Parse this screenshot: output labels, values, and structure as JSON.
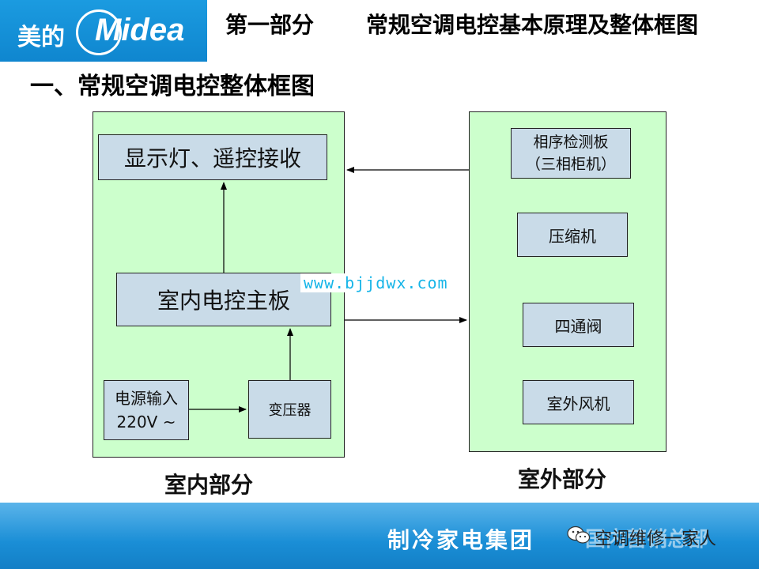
{
  "header": {
    "brand_cn": "美的",
    "brand_en": "Midea",
    "section_title": "第一部分",
    "section_subtitle": "常规空调电控基本原理及整体框图"
  },
  "diagram": {
    "title": "一、常规空调电控整体框图",
    "indoor": {
      "caption": "室内部分",
      "display_box": "显示灯、遥控接收",
      "main_board": "室内电控主板",
      "power_input_line1": "电源输入",
      "power_input_line2": "220V ~",
      "transformer": "变压器"
    },
    "outdoor": {
      "caption": "室外部分",
      "phase_board_line1": "相序检测板",
      "phase_board_line2": "（三相柜机）",
      "compressor": "压缩机",
      "four_way_valve": "四通阀",
      "outdoor_fan": "室外风机"
    },
    "watermark": "www.bjjdwx.com"
  },
  "footer": {
    "group": "制冷家电集团",
    "dept": "国内营销总部",
    "wechat_account": "空调维修一家人"
  },
  "colors": {
    "panel_bg": "#ccffcc",
    "box_bg": "#c9dbe8",
    "brand_blue": "#1a8ed6"
  }
}
